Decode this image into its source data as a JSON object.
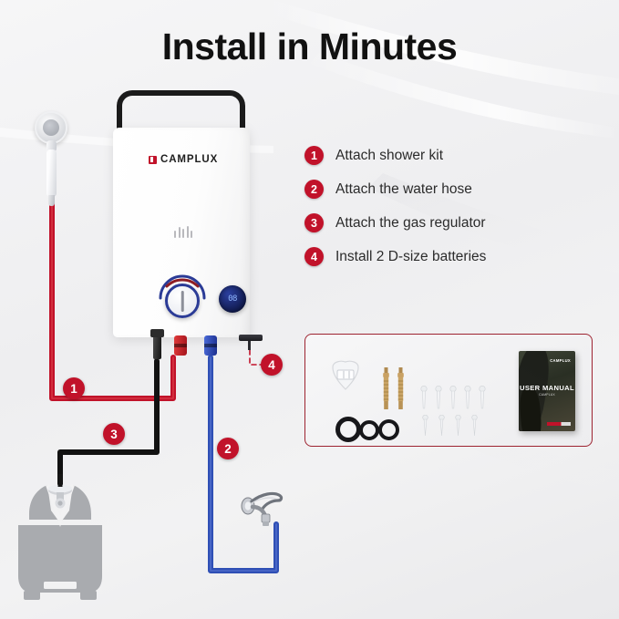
{
  "page": {
    "title": "Install in Minutes",
    "background_color": "#f1f1f2",
    "accent_color": "#c1122a"
  },
  "product": {
    "brand": "CAMPLUX",
    "type": "portable tankless propane water heater",
    "display_value": "08",
    "logo_icon": "camplux-logo-icon"
  },
  "steps": [
    {
      "number": "1",
      "label": "Attach shower kit"
    },
    {
      "number": "2",
      "label": "Attach the water hose"
    },
    {
      "number": "3",
      "label": "Attach the gas regulator"
    },
    {
      "number": "4",
      "label": "Install 2 D-size batteries"
    }
  ],
  "diagram": {
    "badges": [
      {
        "number": "1",
        "target": "shower-hose",
        "color": "#c1122a"
      },
      {
        "number": "2",
        "target": "water-hose",
        "color": "#c1122a"
      },
      {
        "number": "3",
        "target": "gas-hose",
        "color": "#c1122a"
      },
      {
        "number": "4",
        "target": "battery-compartment",
        "color": "#c1122a"
      }
    ],
    "hoses": [
      {
        "name": "shower-hose",
        "color": "#c1122a"
      },
      {
        "name": "gas-hose",
        "color": "#121212"
      },
      {
        "name": "water-hose",
        "color": "#3b5bbf"
      }
    ],
    "components": [
      "shower-head",
      "water-heater",
      "propane-tank",
      "faucet",
      "battery-compartment"
    ]
  },
  "accessories": {
    "items": [
      {
        "name": "shower-holder-bracket",
        "count": 1
      },
      {
        "name": "expansion-bolt",
        "count": 2
      },
      {
        "name": "wall-anchor",
        "count": 5
      },
      {
        "name": "screw",
        "count": 4
      },
      {
        "name": "rubber-o-ring",
        "count": 3
      },
      {
        "name": "user-manual",
        "count": 1
      }
    ],
    "manual": {
      "title": "USER MANUAL",
      "subtitle": "CAMPLUX",
      "brand": "CAMPLUX"
    },
    "border_color": "#9d2330"
  }
}
